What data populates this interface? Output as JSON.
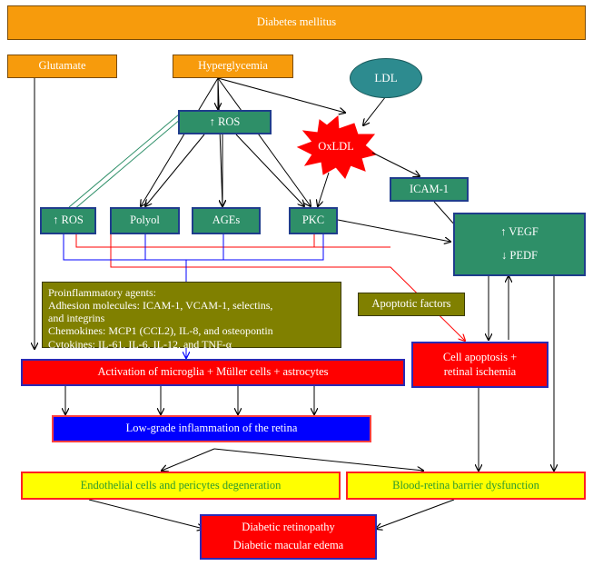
{
  "nodes": {
    "diabetes": "Diabetes mellitus",
    "glutamate": "Glutamate",
    "hyperglycemia": "Hyperglycemia",
    "ldl": "LDL",
    "ros_top": "↑ ROS",
    "oxldl": "OxLDL",
    "icam1": "ICAM-1",
    "ros_left": "↑ ROS",
    "polyol": "Polyol",
    "ages": "AGEs",
    "pkc": "PKC",
    "vegf": "↑ VEGF",
    "pedf": "↓ PEDF",
    "apoptotic_factors": "Apoptotic factors",
    "proinflammatory": [
      "Proinflammatory agents:",
      "Adhesion molecules: ICAM-1, VCAM-1, selectins,",
      "and integrins",
      "Chemokines: MCP1 (CCL2), IL-8, and osteopontin",
      "Cytokines: IL-61, IL-6, IL-12, and TNF-α"
    ],
    "activation": "Activation of microglia + Müller cells + astrocytes",
    "cell_apoptosis_1": "Cell apoptosis +",
    "cell_apoptosis_2": "retinal ischemia",
    "low_grade": "Low-grade inflammation of the retina",
    "endothelial": "Endothelial cells and pericytes degeneration",
    "brb": "Blood-retina barrier dysfunction",
    "dr_1": "Diabetic retinopathy",
    "dr_2": "Diabetic macular edema"
  },
  "colors": {
    "orange": "#f79b0c",
    "green": "#2e8f68",
    "red": "#ff0000",
    "blue": "#0000ff",
    "yellow": "#ffff00",
    "olive": "#808000",
    "teal": "#2d8b8f"
  }
}
